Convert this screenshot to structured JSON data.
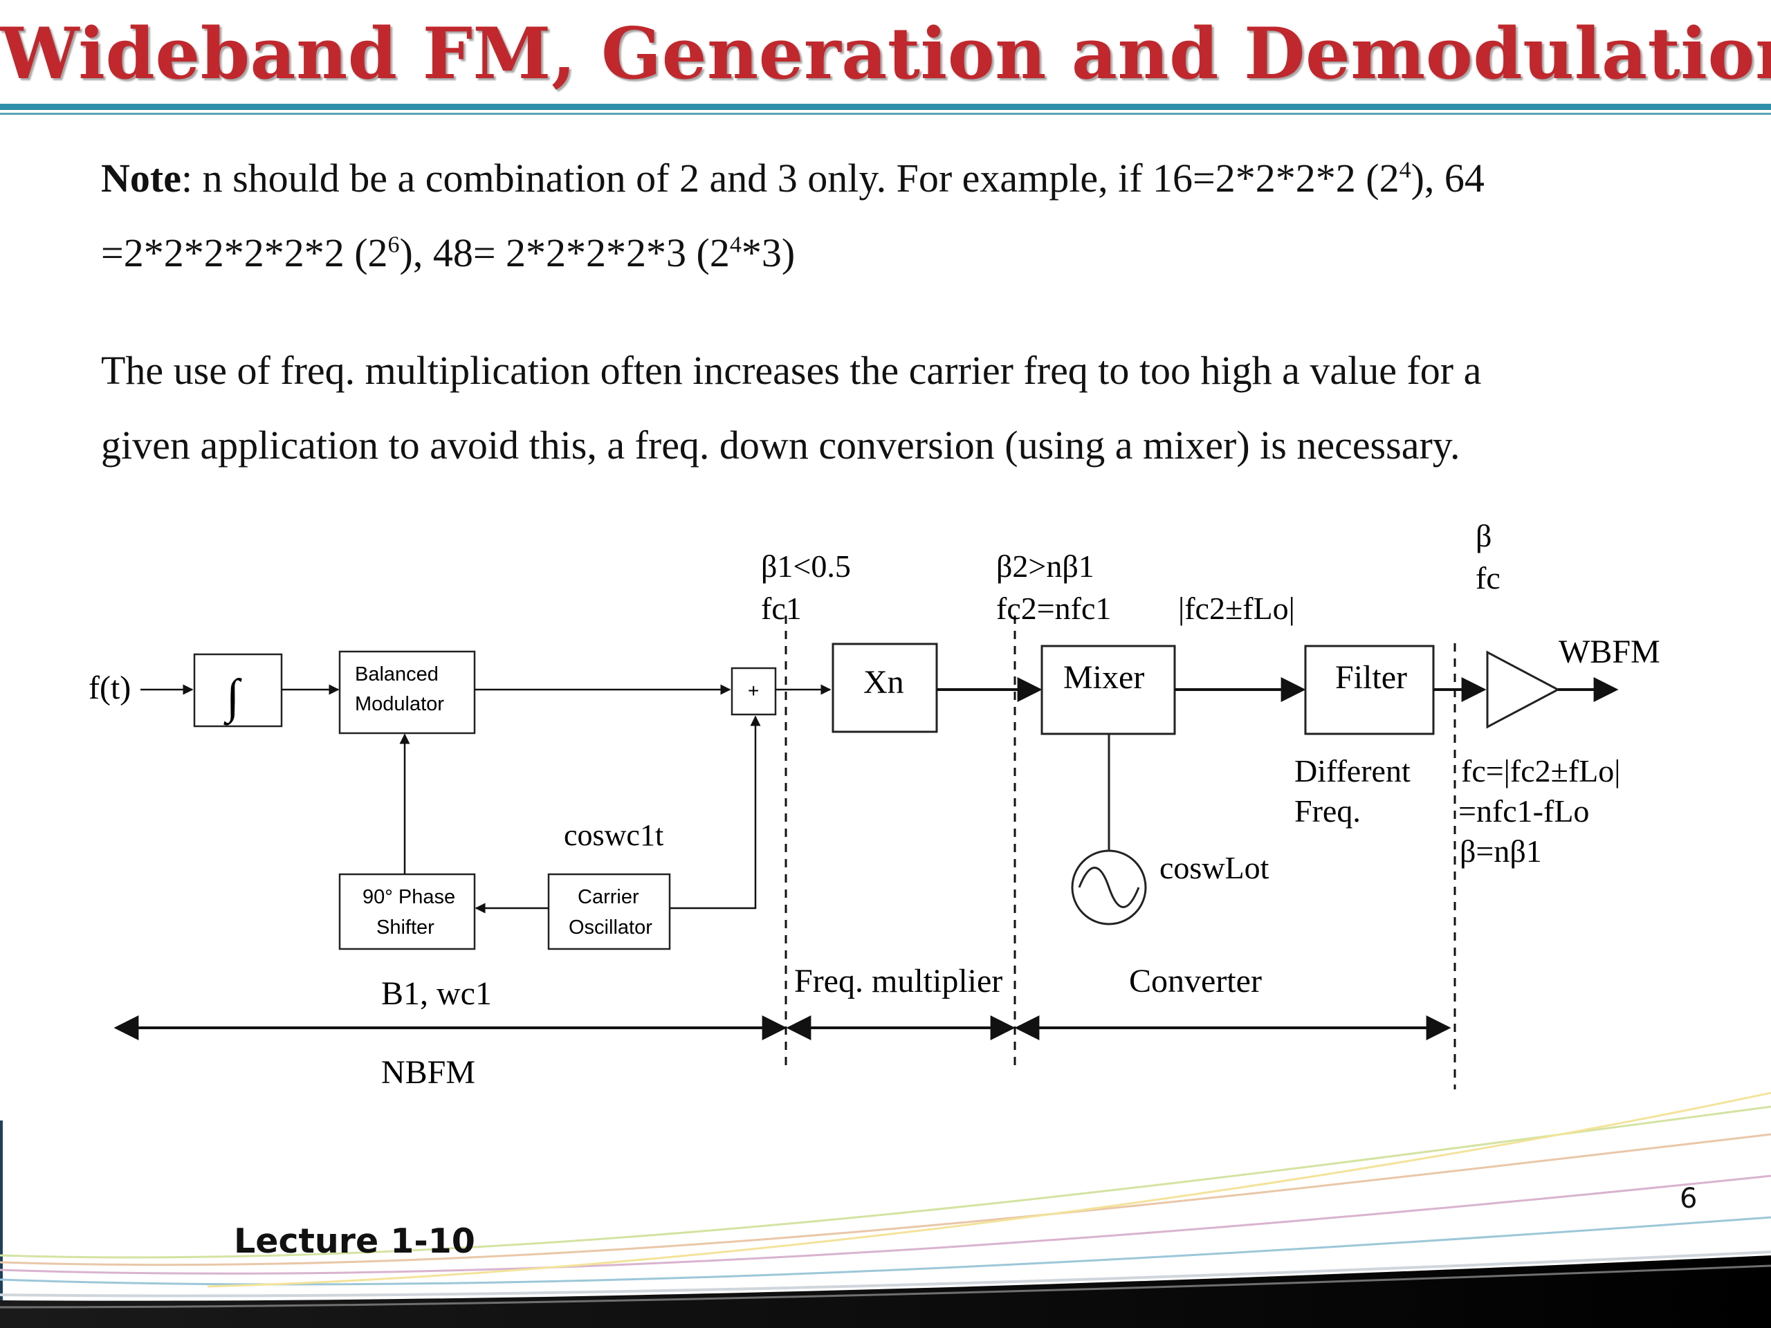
{
  "title": "Wideband FM, Generation and Demodulation",
  "note": {
    "label": "Note",
    "line1_text": ": n should be a combination of 2 and 3 only. For example, if 16=2*2*2*2 (2",
    "line1_sup": "4",
    "line1_end": "), 64",
    "line2_a": "=2*2*2*2*2*2 (2",
    "line2_sup1": "6",
    "line2_b": "), 48= 2*2*2*2*3 (2",
    "line2_sup2": "4",
    "line2_c": "*3)"
  },
  "paragraph": {
    "line1": "The use of freq. multiplication often increases the carrier freq to too high a value for a",
    "line2": "given application to avoid this, a freq. down conversion (using a mixer) is necessary."
  },
  "diagram": {
    "input_label": "f(t)",
    "integrator_symbol": "∫",
    "balanced_modulator": [
      "Balanced",
      "Modulator"
    ],
    "adder_symbol": "+",
    "phase_shifter": [
      "90° Phase",
      "Shifter"
    ],
    "carrier_oscillator": [
      "Carrier",
      "Oscillator"
    ],
    "carrier_signal": "coswc1t",
    "multiplier_block": "Xn",
    "mixer_block": "Mixer",
    "filter_block": "Filter",
    "output_label": "WBFM",
    "stage1_params": [
      "β1<0.5",
      "fc1"
    ],
    "stage2_params": [
      "β2>nβ1",
      "fc2=nfc1"
    ],
    "mixer_output": "|fc2±fLo|",
    "final_params": [
      "β",
      "fc"
    ],
    "local_oscillator_signal": "coswLot",
    "filter_note": [
      "Different",
      "Freq."
    ],
    "output_params": [
      "fc=|fc2±fLo|",
      "=nfc1-fLo",
      "β=nβ1"
    ],
    "nbfm_params": "B1, wc1",
    "nbfm_label": "NBFM",
    "freq_multiplier_label": "Freq. multiplier",
    "converter_label": "Converter"
  },
  "footer": {
    "lecture": "Lecture 1-10",
    "page_number": "6"
  },
  "colors": {
    "title": "#c0282d",
    "title_rule": "#2e8fa8"
  }
}
